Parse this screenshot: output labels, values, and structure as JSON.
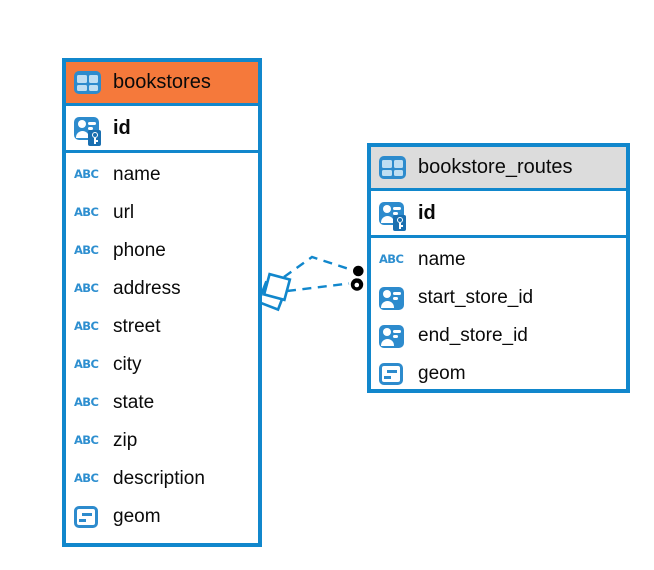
{
  "diagram": {
    "relationship": {
      "color": "#1187CC",
      "marker_fill": "#000000",
      "style": "dashed",
      "from_table": "bookstores",
      "to_table": "bookstore_routes"
    },
    "icons": {
      "text_glyph": "ABC"
    },
    "tables": [
      {
        "name": "bookstores",
        "header_bg": "#F5793B",
        "header_icon": "table",
        "primary_key": {
          "label": "id",
          "icon": "person-key"
        },
        "columns": [
          {
            "label": "name",
            "icon": "text"
          },
          {
            "label": "url",
            "icon": "text"
          },
          {
            "label": "phone",
            "icon": "text"
          },
          {
            "label": "address",
            "icon": "text"
          },
          {
            "label": "street",
            "icon": "text"
          },
          {
            "label": "city",
            "icon": "text"
          },
          {
            "label": "state",
            "icon": "text"
          },
          {
            "label": "zip",
            "icon": "text"
          },
          {
            "label": "description",
            "icon": "text"
          },
          {
            "label": "geom",
            "icon": "geometry"
          }
        ]
      },
      {
        "name": "bookstore_routes",
        "header_bg": "#DCDCDC",
        "header_icon": "table",
        "primary_key": {
          "label": "id",
          "icon": "person-key"
        },
        "columns": [
          {
            "label": "name",
            "icon": "text"
          },
          {
            "label": "start_store_id",
            "icon": "person-ref"
          },
          {
            "label": "end_store_id",
            "icon": "person-ref"
          },
          {
            "label": "geom",
            "icon": "geometry"
          }
        ]
      }
    ]
  }
}
